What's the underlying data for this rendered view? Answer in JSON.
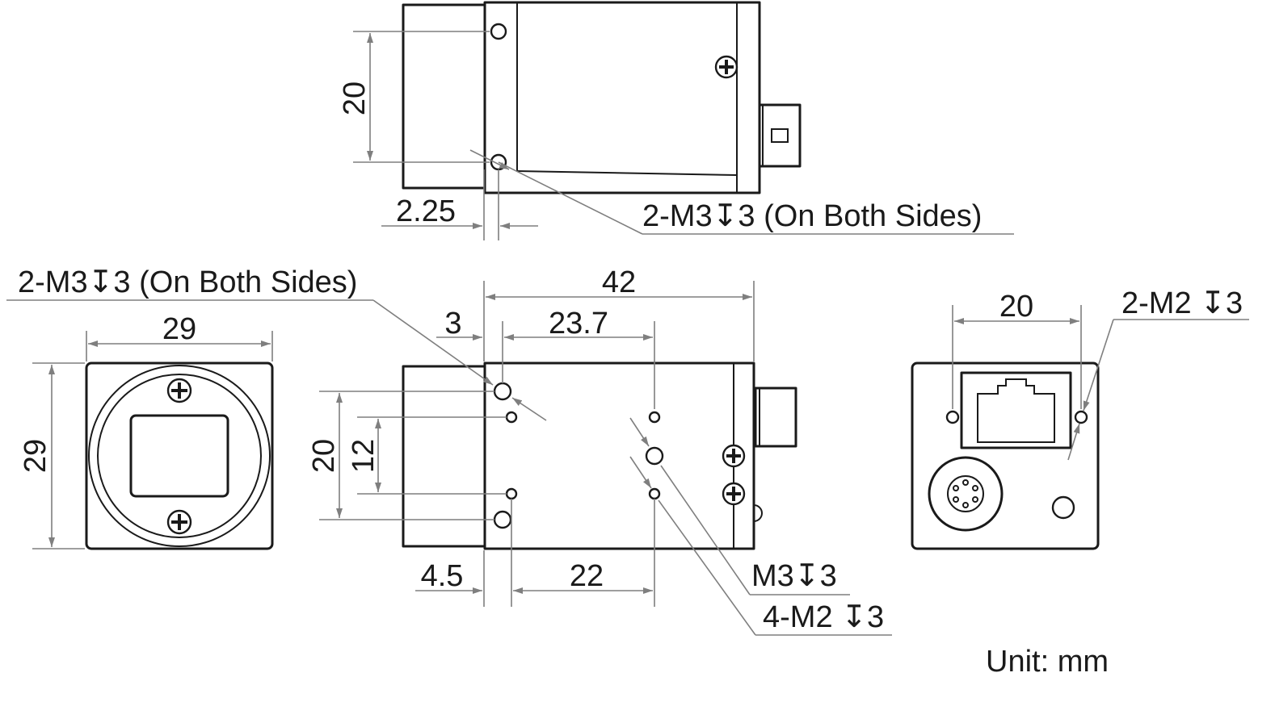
{
  "unit_label": "Unit: mm",
  "top_view": {
    "dim_height": "20",
    "dim_offset": "2.25",
    "callout": "2-M3↧3 (On Both Sides)"
  },
  "front_view": {
    "dim_width": "29",
    "dim_height": "29"
  },
  "side_view": {
    "callout_top": "2-M3↧3 (On Both Sides)",
    "dim_length": "42",
    "dim_3": "3",
    "dim_23_7": "23.7",
    "dim_20": "20",
    "dim_12": "12",
    "dim_4_5": "4.5",
    "dim_22": "22",
    "callout_m3": "M3↧3",
    "callout_m2": "4-M2 ↧3"
  },
  "rear_view": {
    "dim_width": "20",
    "callout": "2-M2 ↧3"
  }
}
